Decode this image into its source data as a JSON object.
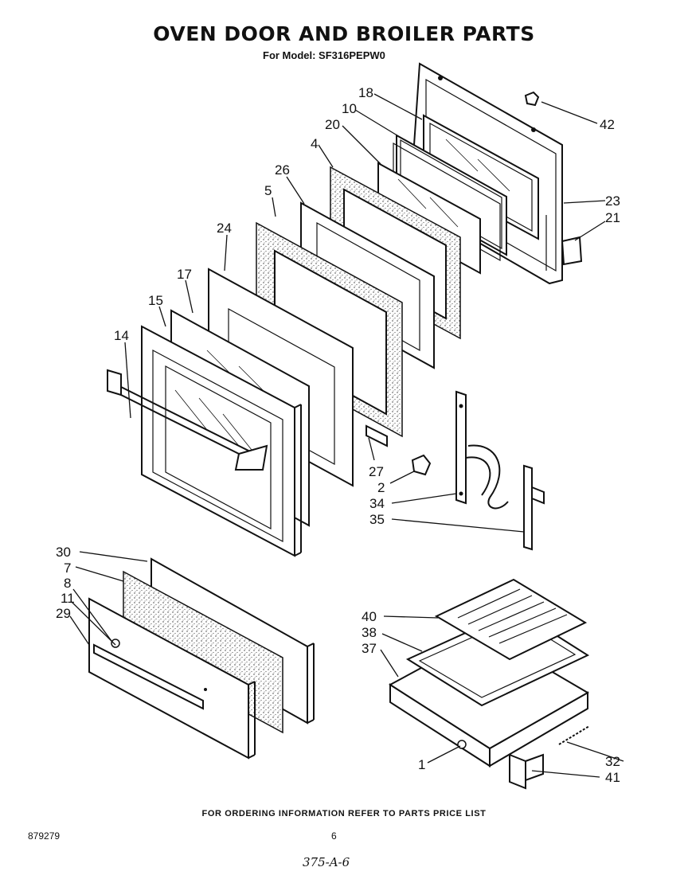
{
  "header": {
    "title": "OVEN DOOR AND BROILER PARTS",
    "subtitle": "For Model: SF316PEPW0"
  },
  "footer": {
    "note": "FOR ORDERING INFORMATION REFER TO PARTS PRICE LIST",
    "doc_number": "879279",
    "page_number": "6",
    "handwritten": "375-A-6"
  },
  "callouts": {
    "c18": "18",
    "c10": "10",
    "c20": "20",
    "c4": "4",
    "c26": "26",
    "c5": "5",
    "c24": "24",
    "c17": "17",
    "c15": "15",
    "c14": "14",
    "c42": "42",
    "c23": "23",
    "c21": "21",
    "c27": "27",
    "c2": "2",
    "c34": "34",
    "c35": "35",
    "c30": "30",
    "c7": "7",
    "c8": "8",
    "c11": "11",
    "c29": "29",
    "c40": "40",
    "c38": "38",
    "c37": "37",
    "c1": "1",
    "c32": "32",
    "c41": "41"
  }
}
